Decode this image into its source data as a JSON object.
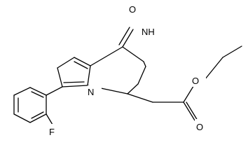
{
  "structure": {
    "atom_labels": {
      "carbonyl_oxygen": "O",
      "amide_nh": "NH",
      "ring_nitrogen": "N",
      "ester_oxygen_single": "O",
      "ester_oxygen_double": "O",
      "fluorine": "F"
    }
  },
  "colors": {
    "bond": "#000000",
    "text": "#000000",
    "background": "#ffffff"
  }
}
